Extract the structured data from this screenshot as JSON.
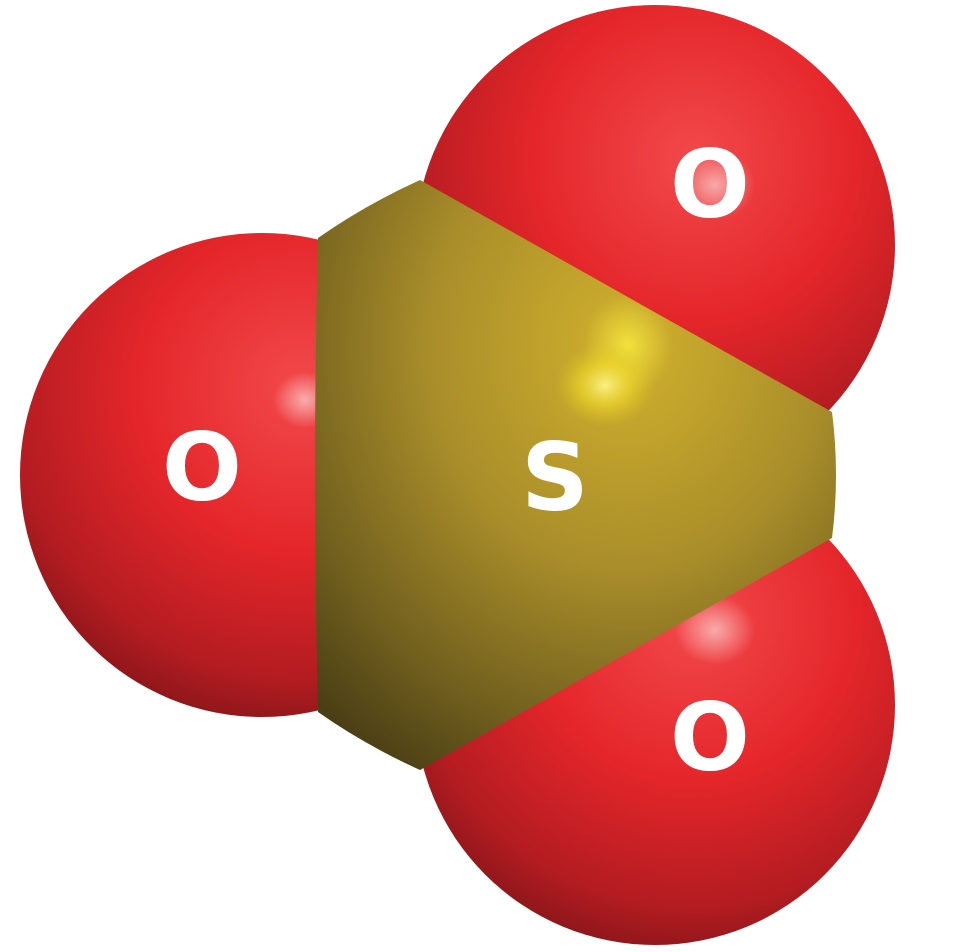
{
  "molecule": {
    "central_atom": {
      "symbol": "S",
      "color": "#b49a2a"
    },
    "outer_atoms": [
      {
        "symbol": "O",
        "color": "#e8262a"
      },
      {
        "symbol": "O",
        "color": "#e8262a"
      },
      {
        "symbol": "O",
        "color": "#e8262a"
      }
    ],
    "label_color": "#ffffff",
    "background": "#ffffff"
  }
}
